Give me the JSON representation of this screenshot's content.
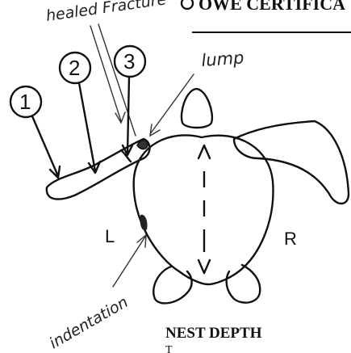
{
  "header_fragment": "OWE CERTIFICA",
  "annotations": {
    "healed_fracture": "healed Fracture",
    "lump": "lump",
    "indentation": "indentation"
  },
  "callouts": [
    "1",
    "2",
    "3"
  ],
  "sides": {
    "left": "L",
    "right": "R"
  },
  "section_heading": "NEST DEPTH"
}
